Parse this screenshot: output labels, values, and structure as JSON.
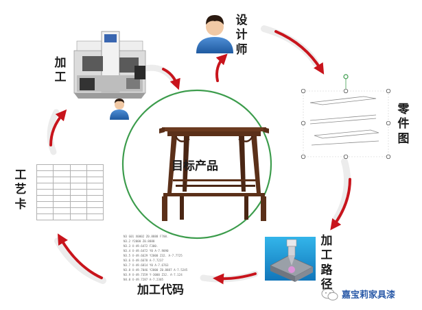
{
  "center": {
    "label": "目标产品"
  },
  "nodes": {
    "designer": {
      "label": "设计师"
    },
    "part_drawing": {
      "label": "零件图"
    },
    "toolpath": {
      "label": "加工路径"
    },
    "nc_code": {
      "label": "加工代码"
    },
    "process_card": {
      "label": "工艺卡"
    },
    "machining": {
      "label": "加工"
    }
  },
  "nc_code_lines": [
    "N3 G01 X0002 Z0.8888 F700.",
    "N3.2 Y2000 Z0.8888",
    "N3.3 X-49.6472 F300.",
    "N3.4 X-49.6472 Y0 A-7.9090",
    "N3.5 X-49.6629 Y2000 Z32. A-7.7725",
    "N3.6 X-49.6678 A-7.7237",
    "N3.7 X-49.6814 Y0 A-7.6763",
    "N3.8 X-49.7046 Y2000 Z0.8887 A-7.5245",
    "N3.9 X-49.7359 Y-3000 Z32. A-7.124",
    "N4.0 X-49.7287 A-7.2305"
  ],
  "watermark": {
    "text": "嘉宝莉家具漆"
  },
  "colors": {
    "arrow_red": "#c8141c",
    "arrow_light": "#ececec",
    "ring_green": "#3c9c4c",
    "wood_brown": "#6b3a1f",
    "person_blue": "#2a6eb8"
  }
}
